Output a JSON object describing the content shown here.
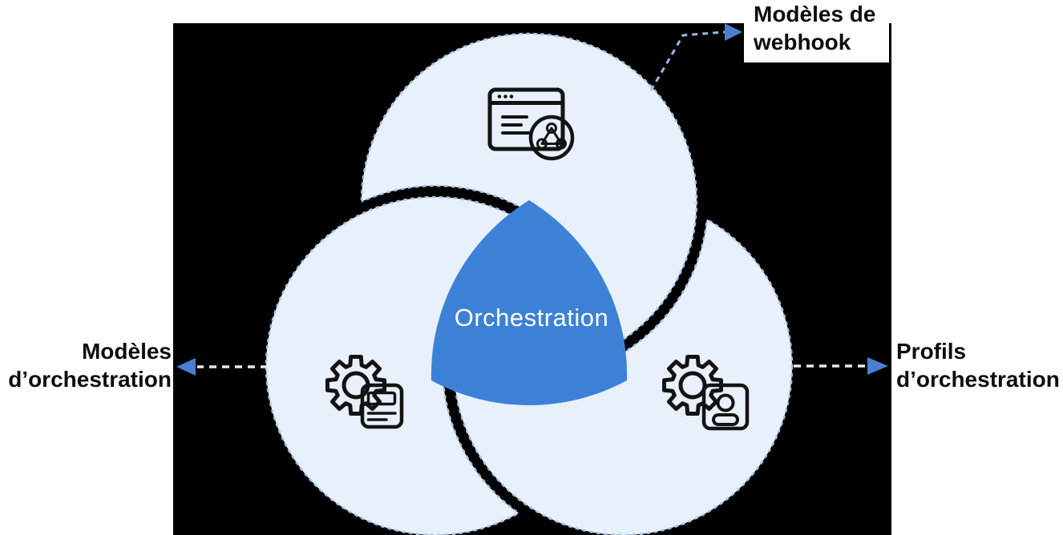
{
  "diagram": {
    "center_label": "Orchestration",
    "callouts": {
      "webhook": {
        "line1": "Modèles de",
        "line2": "webhook"
      },
      "templates": {
        "line1": "Modèles",
        "line2": "d’orchestration"
      },
      "profiles": {
        "line1": "Profils",
        "line2": "d’orchestration"
      }
    },
    "colors": {
      "panel_background": "#000000",
      "circle_fill": "#e7f0fb",
      "circle_border_dash": "#a8c2e4",
      "triangle_fill": "#3d81d6",
      "arrow_blue": "#4a7ed2",
      "arrow_dash_top": "#9bb8e2",
      "arrow_dash_side": "#e3ebf6",
      "icon_card_fill": "#d9e8f9",
      "icon_stroke": "#131313",
      "center_text": "#ffffff",
      "label_text": "#0d0d0d"
    },
    "icons": {
      "top": "webhook-window-icon",
      "left": "gear-document-icon",
      "right": "gear-profile-icon"
    }
  }
}
